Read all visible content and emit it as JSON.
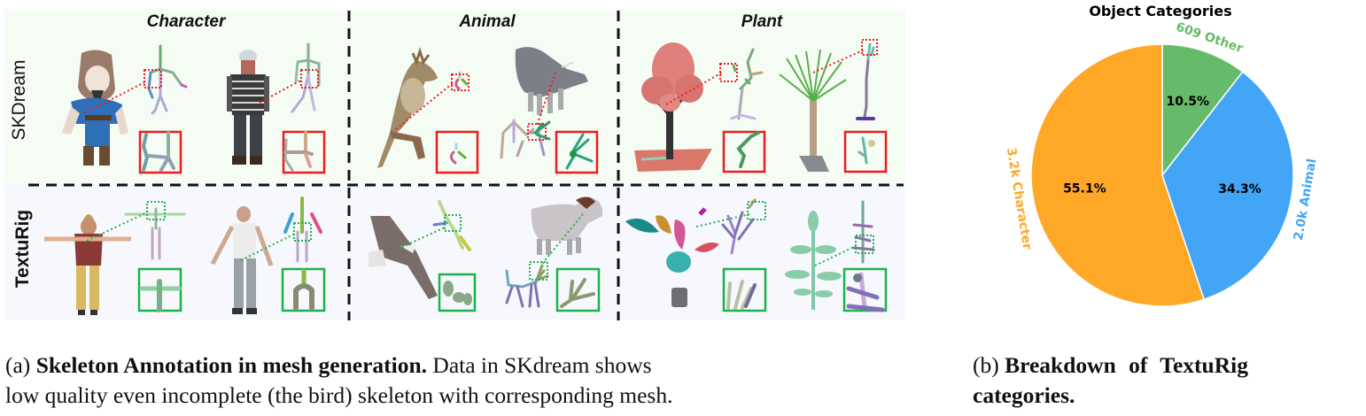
{
  "figure_a": {
    "row_labels": [
      "SKDream",
      "TextuRig"
    ],
    "column_titles": [
      "Character",
      "Animal",
      "Plant"
    ],
    "colors": {
      "skdream_bg": "#f5fcf4",
      "texturig_bg": "#f6f8fd",
      "skdream_box": "#ee1c1c",
      "texturig_box": "#1cb24a",
      "divider": "#111111"
    },
    "cells": [
      {
        "row": "SKDream",
        "column": "Character",
        "items": [
          "hooded character mesh",
          "skeleton",
          "bearded man mesh",
          "skeleton"
        ]
      },
      {
        "row": "SKDream",
        "column": "Animal",
        "items": [
          "bird on branch mesh",
          "incomplete skeleton",
          "bull mesh",
          "skeleton"
        ]
      },
      {
        "row": "SKDream",
        "column": "Plant",
        "items": [
          "red tree mesh",
          "skeleton",
          "potted palm mesh",
          "skeleton"
        ]
      },
      {
        "row": "TextuRig",
        "column": "Character",
        "items": [
          "old man T-pose mesh",
          "skeleton",
          "young man A-pose mesh",
          "skeleton"
        ]
      },
      {
        "row": "TextuRig",
        "column": "Animal",
        "items": [
          "eagle mesh",
          "skeleton",
          "dog mesh",
          "skeleton"
        ]
      },
      {
        "row": "TextuRig",
        "column": "Plant",
        "items": [
          "colorful potted plant mesh",
          "skeleton",
          "green herb mesh",
          "skeleton"
        ]
      }
    ],
    "caption": {
      "prefix": "(a) ",
      "bold": "Skeleton Annotation in mesh generation.",
      "rest_line1": " Data in SKdream shows",
      "line2": "low quality even incomplete (the bird) skeleton with corresponding mesh."
    }
  },
  "figure_b": {
    "caption": {
      "prefix": "(b) ",
      "bold_line1": "Breakdown of TextuRig",
      "bold_line2": "categories."
    }
  },
  "chart_data": {
    "type": "pie",
    "title": "Object Categories",
    "categories": [
      "Other",
      "Animal",
      "Character"
    ],
    "values": [
      10.5,
      34.3,
      55.1
    ],
    "counts": [
      "609",
      "2.0k",
      "3.2k"
    ],
    "labels": [
      "609 Other",
      "2.0k Animal",
      "3.2k Character"
    ],
    "pct_labels": [
      "10.5%",
      "34.3%",
      "55.1%"
    ],
    "colors": [
      "#66bb6a",
      "#42a5f5",
      "#ffa726"
    ],
    "start_angle_deg": 90,
    "direction": "clockwise",
    "label_rotation": "radial-tangent",
    "legend": "none"
  }
}
